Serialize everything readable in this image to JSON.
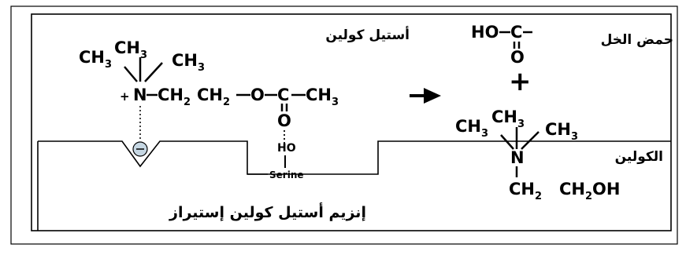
{
  "labels": {
    "acetylcholine": "أستيل كولين",
    "acetic_acid": "حمض الخل",
    "choline": "الكولين",
    "enzyme": "إنزيم أستيل كولين إستيراز"
  },
  "chemistry": {
    "ach_methyls_top": "CH₃CH₃CH₃",
    "ach_main_chain": "+ N–CH₂CH₂–O–C–CH₃",
    "acetic_top": "HO–C–",
    "acetic_o": "O",
    "plus": "+",
    "choline_methyls": "CH₃CH₃CH₃",
    "choline_n": "N",
    "choline_chain": "CH₂ CH₂OH",
    "ester_o": "O",
    "serine_ho": "HO",
    "serine": "Serine",
    "anionic_site": "⊖"
  }
}
